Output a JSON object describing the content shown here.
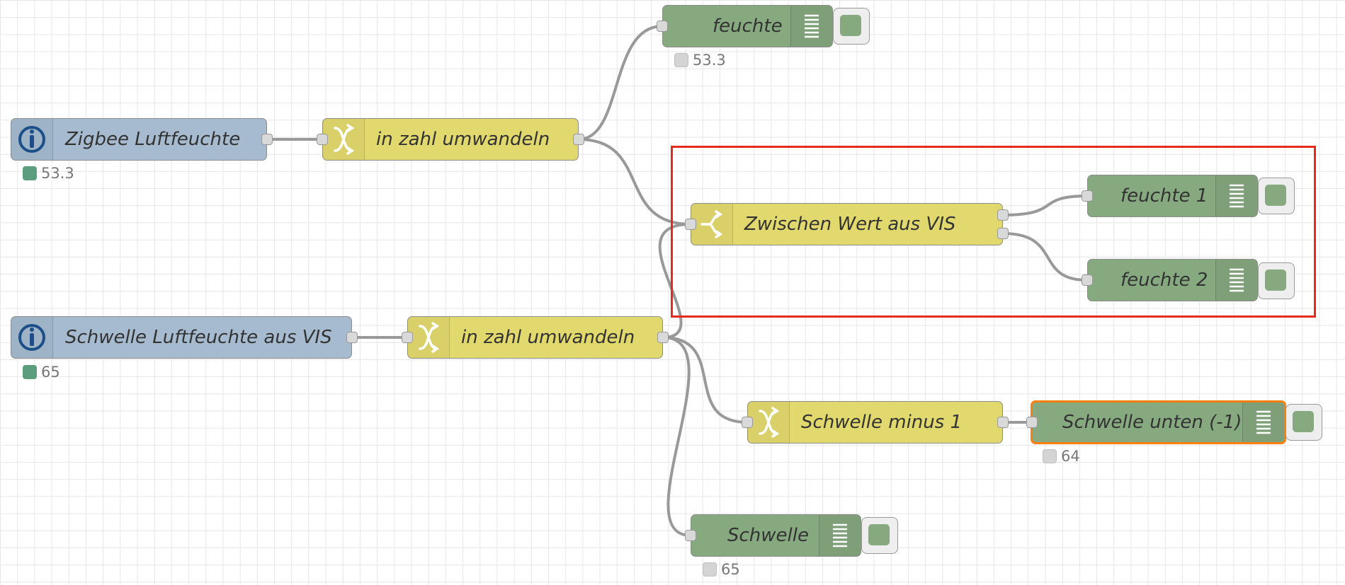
{
  "nodes": {
    "zigbee": {
      "type": "inject",
      "label": "Zigbee Luftfeuchte",
      "status": "53.3",
      "status_color": "#5a9e7e",
      "icon": "ioBroker-icon"
    },
    "convert1": {
      "type": "change",
      "label": "in zahl umwandeln",
      "icon": "shuffle-icon"
    },
    "feuchte": {
      "type": "debug",
      "label": "feuchte",
      "status": "53.3",
      "icon": "list-icon"
    },
    "schwelle_vis": {
      "type": "inject",
      "label": "Schwelle Luftfeuchte aus VIS",
      "status": "65",
      "status_color": "#5a9e7e",
      "icon": "ioBroker-icon"
    },
    "convert2": {
      "type": "change",
      "label": "in zahl umwandeln",
      "icon": "shuffle-icon"
    },
    "switch": {
      "type": "switch",
      "label": "Zwischen Wert aus VIS",
      "icon": "switch-icon"
    },
    "feuchte1": {
      "type": "debug",
      "label": "feuchte 1",
      "icon": "list-icon"
    },
    "feuchte2": {
      "type": "debug",
      "label": "feuchte 2",
      "icon": "list-icon"
    },
    "minus1": {
      "type": "change",
      "label": "Schwelle minus 1",
      "icon": "shuffle-icon"
    },
    "schwelle_unten": {
      "type": "debug",
      "label": "Schwelle unten (-1)",
      "status": "64",
      "selected": true,
      "icon": "list-icon"
    },
    "schwelle": {
      "type": "debug",
      "label": "Schwelle",
      "status": "65",
      "icon": "list-icon"
    }
  },
  "colors": {
    "inject": "#a6bbcf",
    "function": "#e2d96e",
    "debug": "#87a980",
    "wire": "#999999",
    "selection_box": "#e62b1e",
    "selected_node": "#ff7f0e"
  }
}
